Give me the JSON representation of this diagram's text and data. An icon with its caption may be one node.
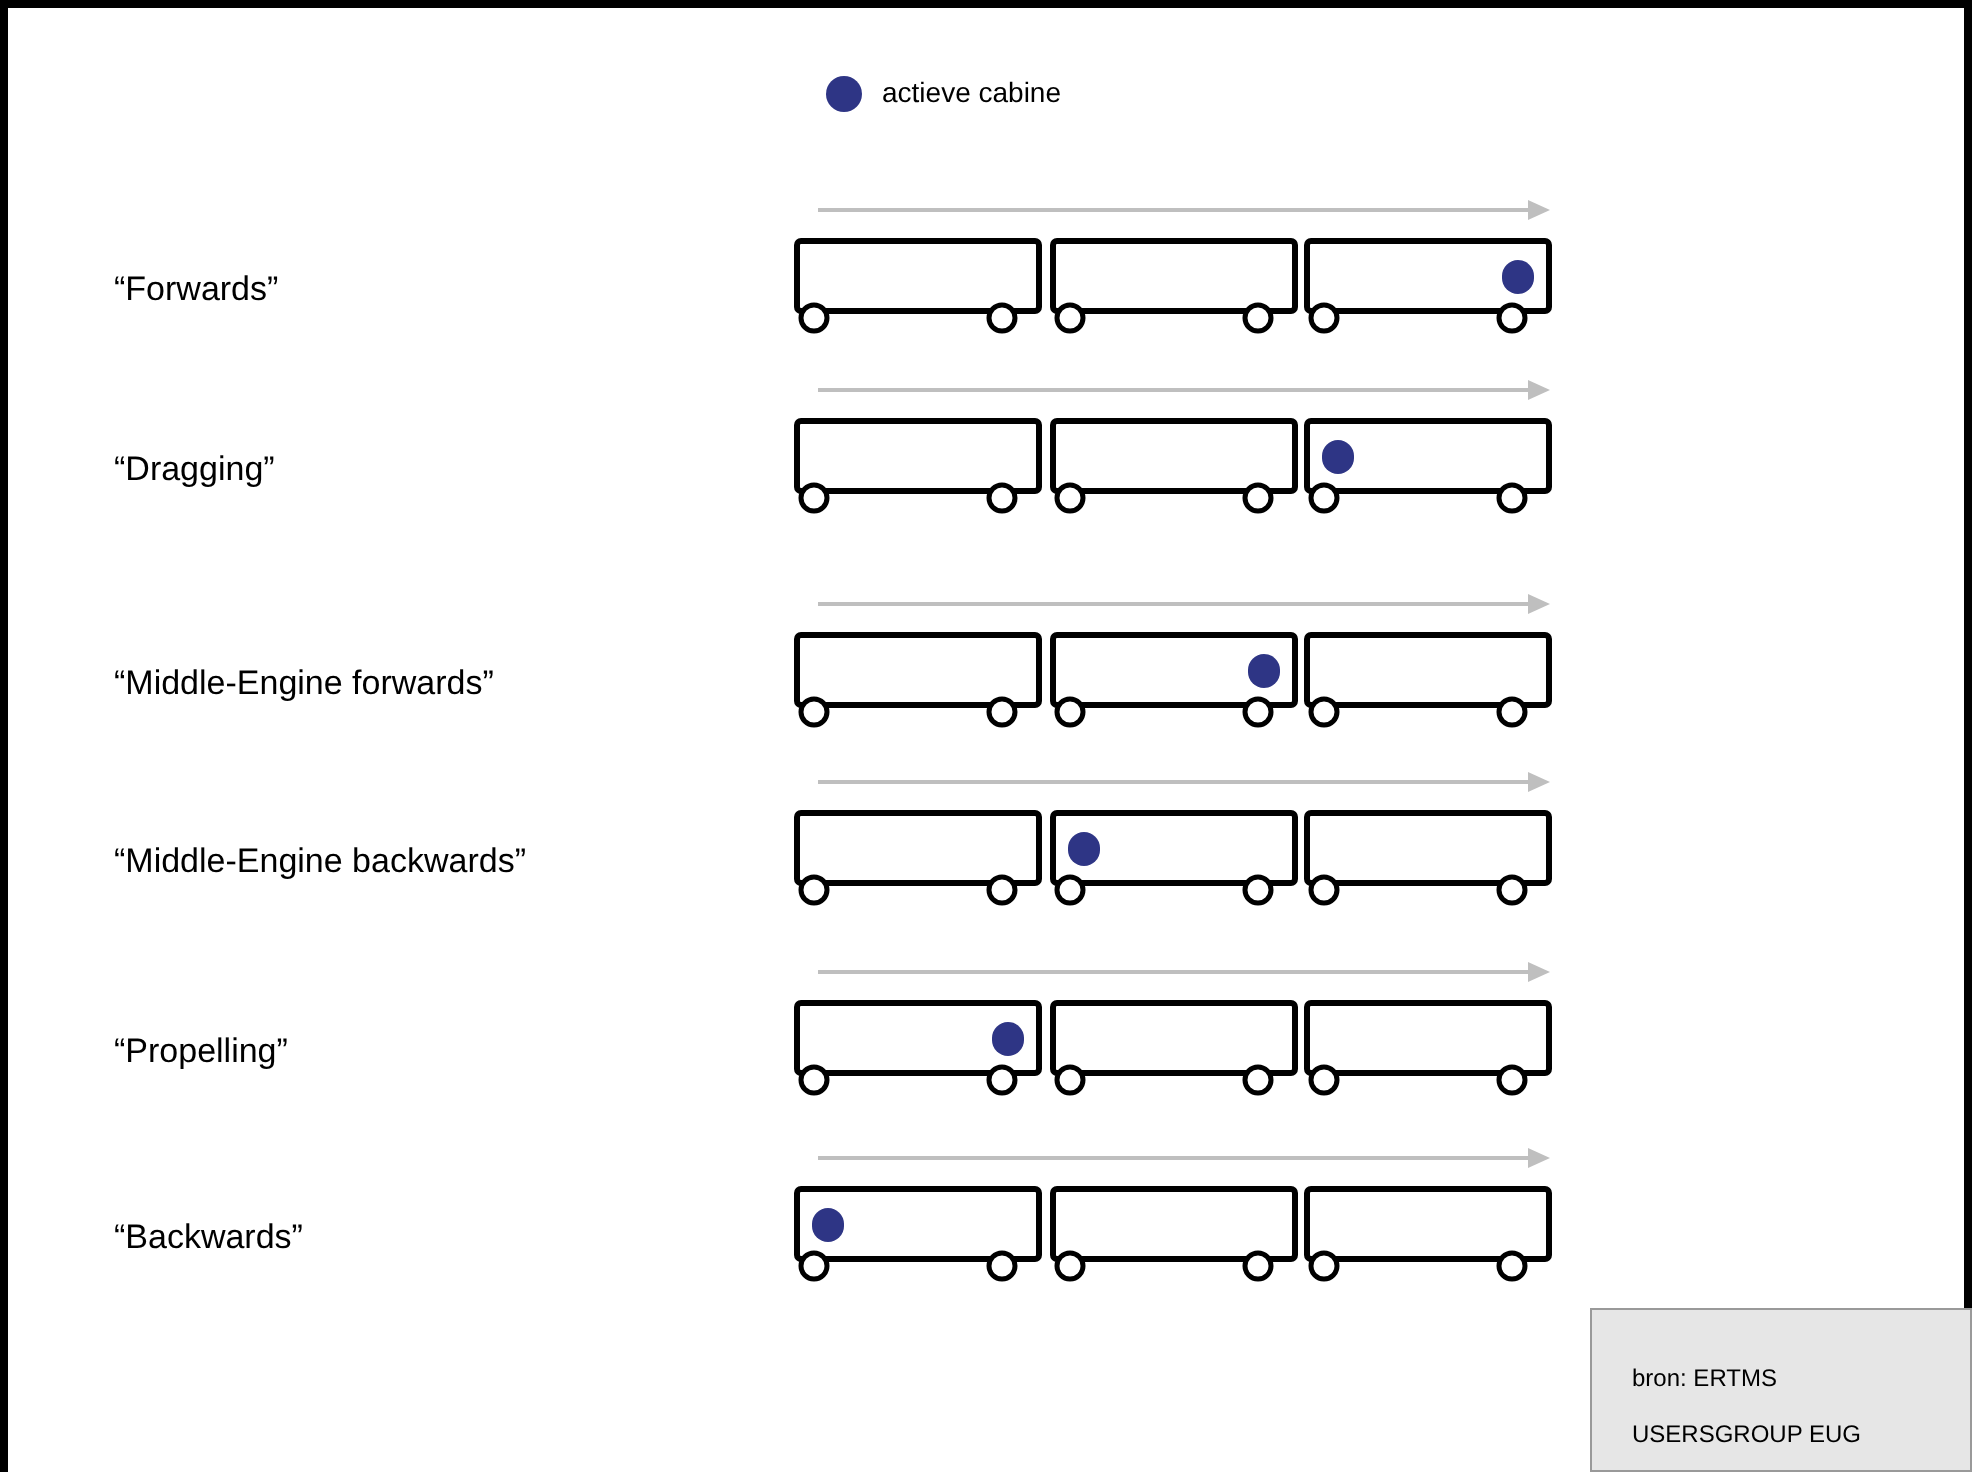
{
  "diagram": {
    "nodes": [
      {
        "text": [],
        "shape": "box"
      },
      {
        "text": [],
        "shape": "box"
      },
      {
        "text": [],
        "shape": "box"
      },
      {
        "text": [],
        "shape": "circle",
        "in": 2
      },
      {
        "text": [],
        "shape": "box"
      },
      {
        "text": [],
        "shape": "box"
      },
      {
        "text": [],
        "shape": "box"
      },
      {
        "text": [],
        "shape": "circle",
        "in": 6
      },
      {
        "text": [],
        "shape": "box"
      },
      {
        "text": [],
        "shape": "box"
      },
      {
        "text": [],
        "shape": "circle",
        "in": 9
      },
      {
        "text": [],
        "shape": "box"
      },
      {
        "text": [],
        "shape": "box"
      },
      {
        "text": [],
        "shape": "box"
      },
      {
        "text": [],
        "shape": "circle",
        "in": 13
      },
      {
        "text": [],
        "shape": "box"
      },
      {
        "text": [],
        "shape": "box"
      },
      {
        "text": [],
        "shape": "circle",
        "in": 16
      },
      {
        "text": [],
        "shape": "box"
      },
      {
        "text": [],
        "shape": "box"
      },
      {
        "text": [],
        "shape": "box"
      },
      {
        "text": [],
        "shape": "circle",
        "in": 20
      },
      {
        "text": [],
        "shape": "box"
      },
      {
        "text": [],
        "shape": "box"
      },
      {
        "text": [
          "bron: ERTMS USERSGROUP EUG"
        ]
      }
    ],
    "labels": [
      "“Forwards”",
      "“Dragging”",
      "“Middle-Engine forwards”",
      "“Middle-Engine backwards”",
      "“Propelling”",
      "“Backwards”"
    ],
    "legend": [
      {
        "text": "actieve cabine",
        "color": "#2e3585"
      }
    ]
  }
}
